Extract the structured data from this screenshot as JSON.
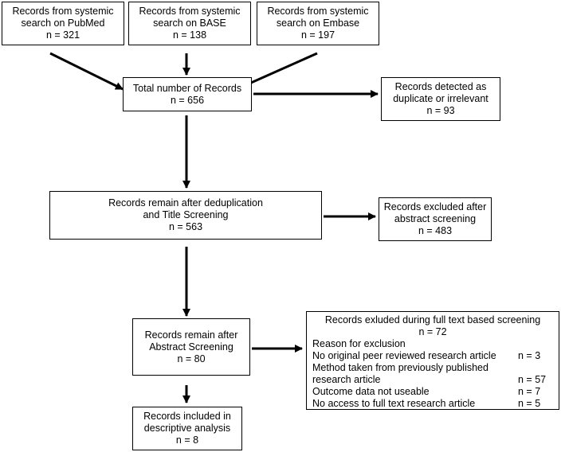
{
  "sources": [
    {
      "line1": "Records from systemic",
      "line2": "search on PubMed",
      "line3": "n = 321"
    },
    {
      "line1": "Records from systemic",
      "line2": "search on BASE",
      "line3": "n = 138"
    },
    {
      "line1": "Records from systemic",
      "line2": "search on Embase",
      "line3": "n = 197"
    }
  ],
  "total": {
    "line1": "Total number of Records",
    "line2": "n = 656"
  },
  "duplicates": {
    "line1": "Records detected as",
    "line2": "duplicate or irrelevant",
    "line3": "n = 93"
  },
  "after_title": {
    "line1": "Records remain after deduplication",
    "line2": "and Title Screening",
    "line3": "n = 563"
  },
  "excluded_abstract": {
    "line1": "Records excluded after",
    "line2": "abstract screening",
    "line3": "n = 483"
  },
  "after_abstract": {
    "line1": "Records remain after",
    "line2": "Abstract Screening",
    "line3": "n = 80"
  },
  "excluded_fulltext": {
    "title": "Records exluded during full text based screening",
    "count": "n = 72",
    "reason_header": "Reason for exclusion",
    "reasons": [
      {
        "label": "No original peer reviewed research article",
        "count": "n = 3"
      },
      {
        "label": "Method taken from previously published",
        "count": ""
      },
      {
        "label": "research article",
        "count": "n = 57"
      },
      {
        "label": "Outcome data not useable",
        "count": "n = 7"
      },
      {
        "label": "No access to full text research article",
        "count": "n = 5"
      }
    ]
  },
  "included": {
    "line1": "Records included in",
    "line2": "descriptive analysis",
    "line3": "n = 8"
  }
}
